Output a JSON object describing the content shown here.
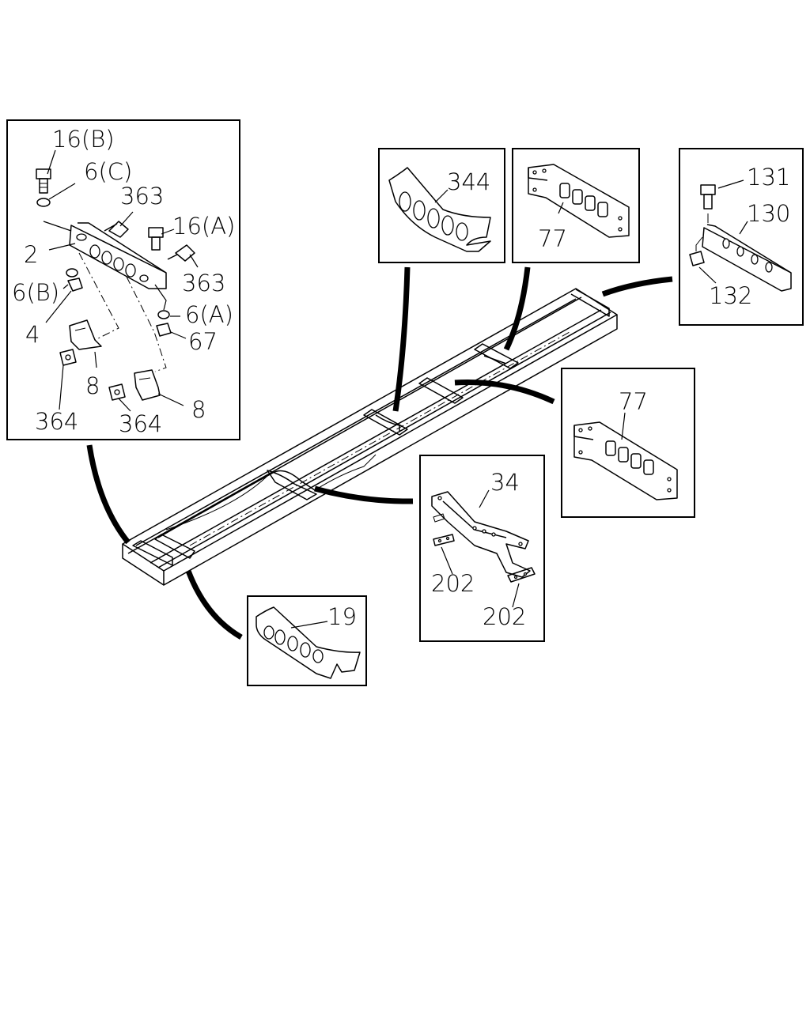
{
  "diagram": {
    "labels": {
      "p16b": "16(B)",
      "p6c": "6(C)",
      "p363a": "363",
      "p16a": "16(A)",
      "p2": "2",
      "p363b": "363",
      "p6b": "6(B)",
      "p6a": "6(A)",
      "p4": "4",
      "p67": "67",
      "p8a": "8",
      "p364a": "364",
      "p364b": "364",
      "p8b": "8",
      "p344": "344",
      "p77a": "77",
      "p131": "131",
      "p130": "130",
      "p132": "132",
      "p77b": "77",
      "p34": "34",
      "p202a": "202",
      "p202b": "202",
      "p19": "19"
    }
  }
}
